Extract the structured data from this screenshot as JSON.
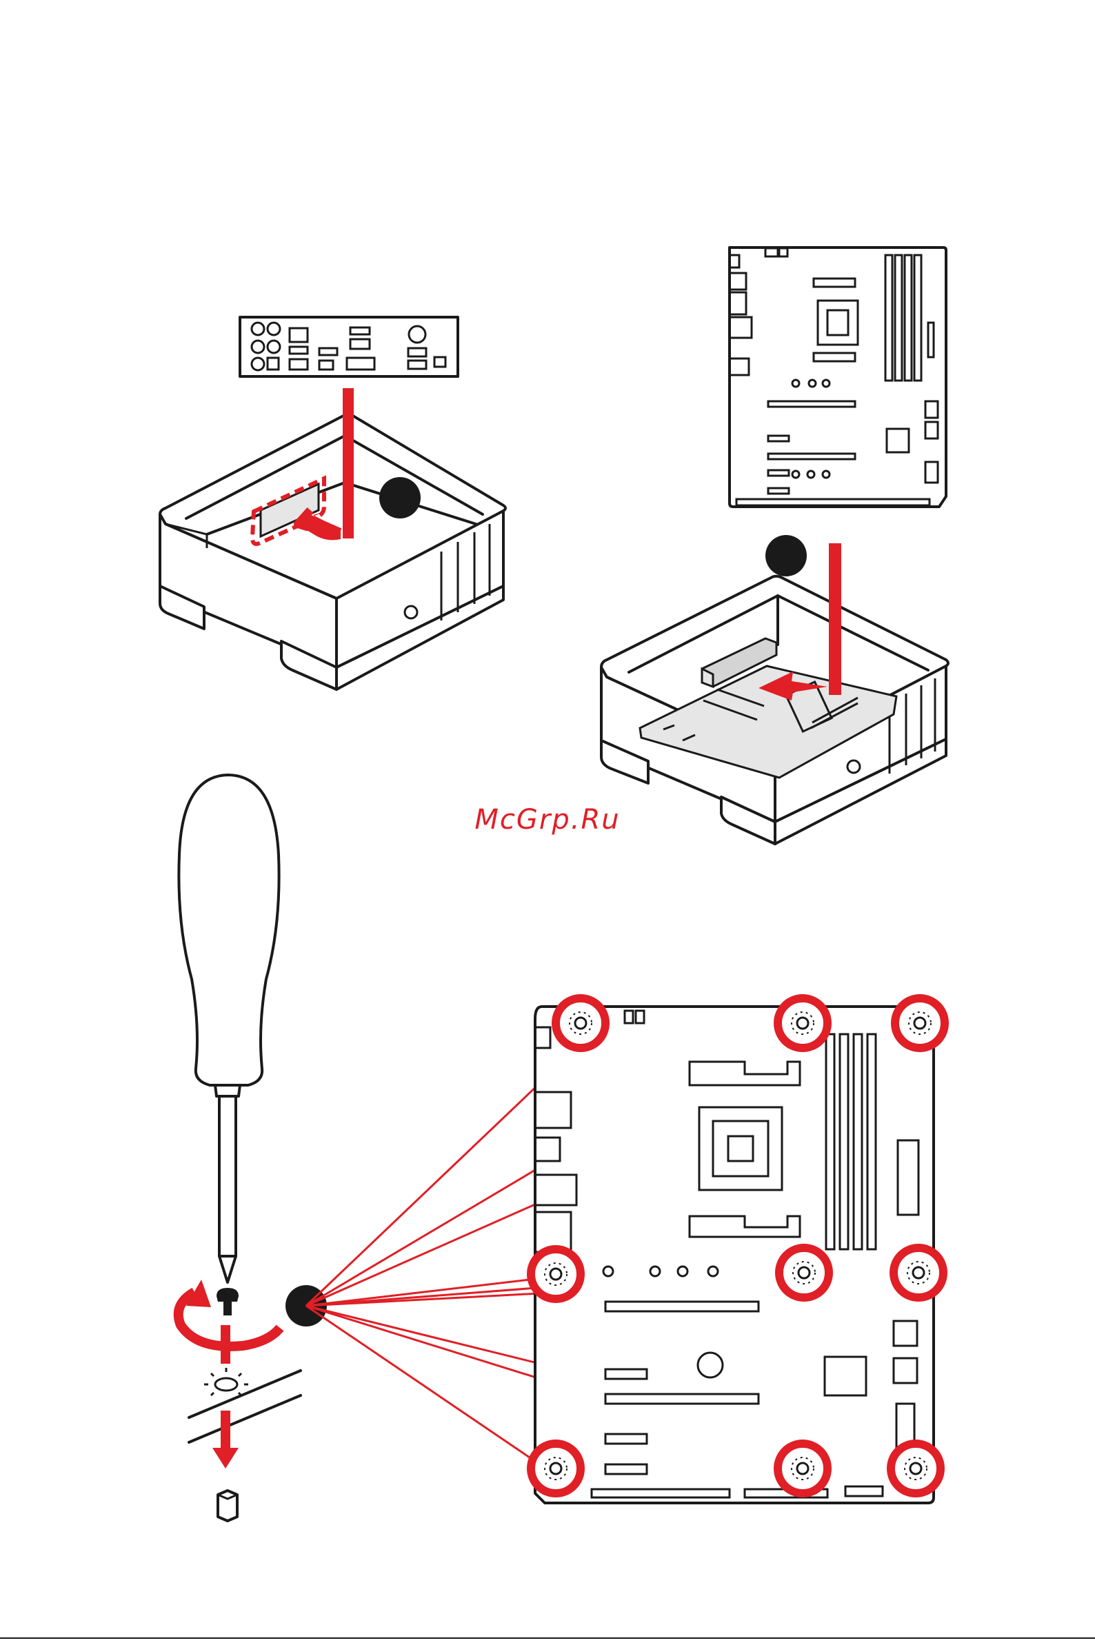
{
  "watermark": {
    "text": "McGrp.Ru"
  },
  "colors": {
    "accent": "#e01f26",
    "line": "#1a1a1a",
    "panel": "#e6e6e6",
    "background": "#ffffff"
  },
  "steps": [
    {
      "name": "install-io-shield",
      "marker": ""
    },
    {
      "name": "place-motherboard",
      "marker": ""
    },
    {
      "name": "secure-screws",
      "marker": ""
    }
  ],
  "icons": [
    "io-shield-icon",
    "pc-case-icon",
    "motherboard-icon",
    "screwdriver-icon",
    "screw-icon",
    "standoff-icon",
    "rotate-arrow-icon",
    "mounting-hole-icon"
  ]
}
